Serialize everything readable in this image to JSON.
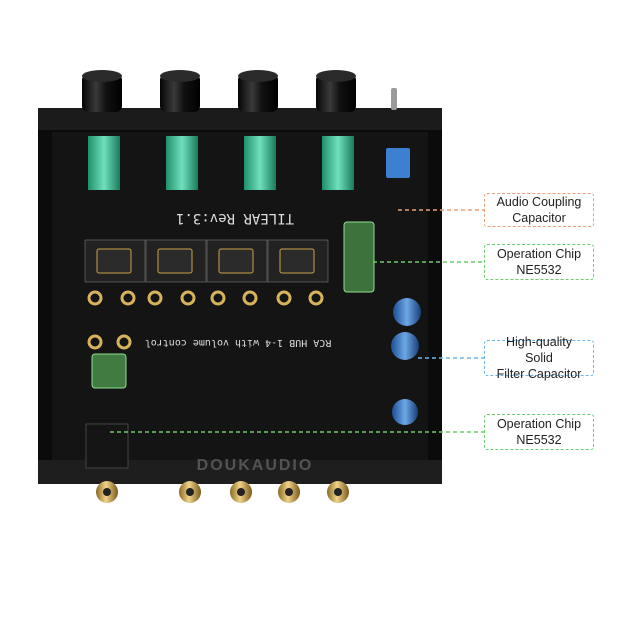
{
  "product": {
    "board_title": "TILEAR Rev:3.1",
    "board_subtitle": "RCA HUB 1-4 with volume control",
    "watermark": "DOUKAUDIO"
  },
  "callouts": [
    {
      "id": "coupling",
      "line1": "Audio Coupling",
      "line2": "Capacitor",
      "color": "#e8a27a"
    },
    {
      "id": "opchip-top",
      "line1": "Operation Chip",
      "line2": "NE5532",
      "color": "#6fc96f"
    },
    {
      "id": "filter",
      "line1": "High-quality Solid",
      "line2": "Filter Capacitor",
      "color": "#6fb6e8"
    },
    {
      "id": "opchip-bottom",
      "line1": "Operation Chip",
      "line2": "NE5532",
      "color": "#6fc96f"
    }
  ],
  "colors": {
    "pcb": "#141414",
    "case": "#0b0b0b",
    "brass": "#c9a24a",
    "pot_green": "#2fae86",
    "capacitor_blue": "#2f6fbf"
  }
}
